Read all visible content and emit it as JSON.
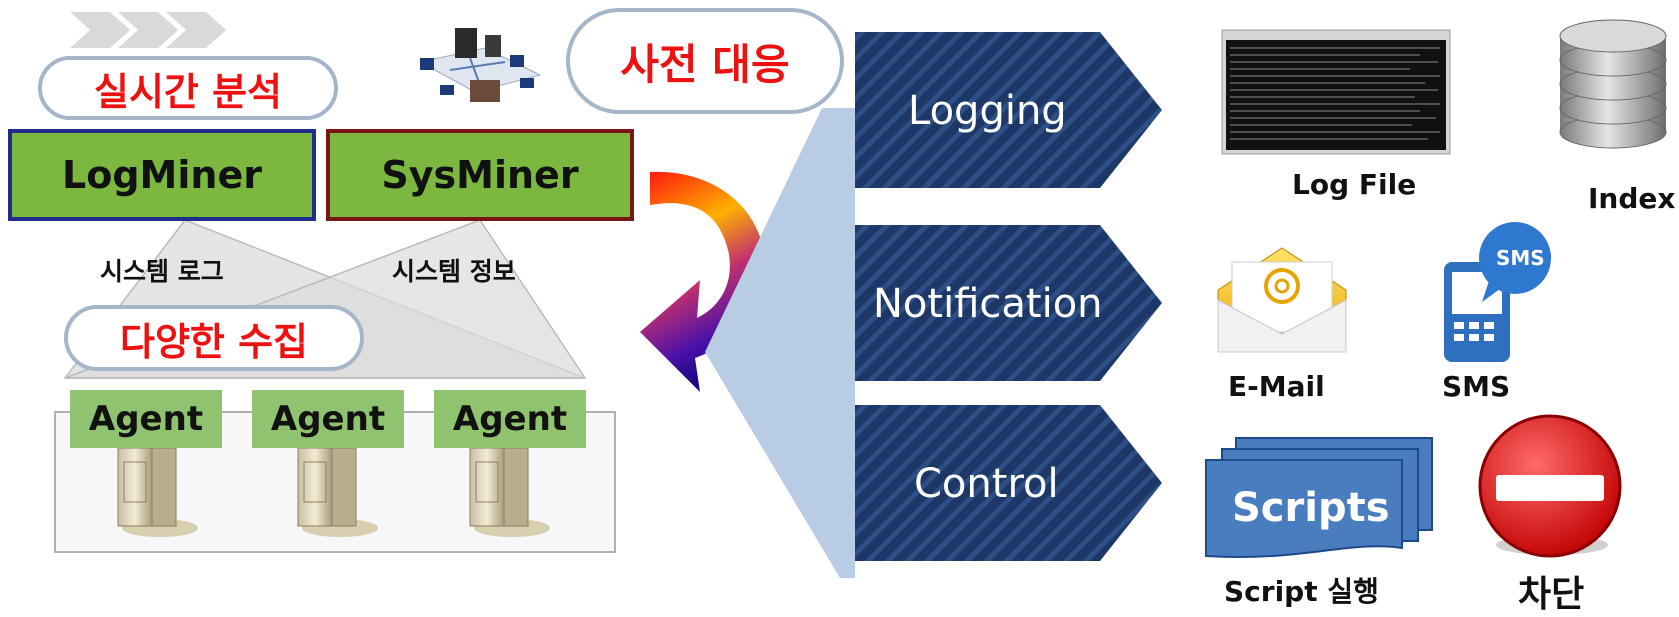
{
  "left": {
    "realtime_pill": "실시간 분석",
    "logminer": "LogMiner",
    "sysminer": "SysMiner",
    "syslog_label": "시스템 로그",
    "sysinfo_label": "시스템 정보",
    "collect_pill": "다양한 수집",
    "agents": [
      "Agent",
      "Agent",
      "Agent"
    ]
  },
  "proactive_pill": "사전 대응",
  "actions": [
    {
      "label": "Logging"
    },
    {
      "label": "Notification"
    },
    {
      "label": "Control"
    }
  ],
  "outputs": {
    "log_file": "Log File",
    "index": "Index",
    "email": "E-Mail",
    "sms_badge": "SMS",
    "sms": "SMS",
    "scripts_card": "Scripts",
    "script_exec": "Script 실행",
    "block": "차단"
  },
  "colors": {
    "accent_red": "#ee1111",
    "miner_green": "#7cb83f",
    "chevron_navy": "#1f3a6e",
    "fan_blue": "#b8cce4"
  }
}
